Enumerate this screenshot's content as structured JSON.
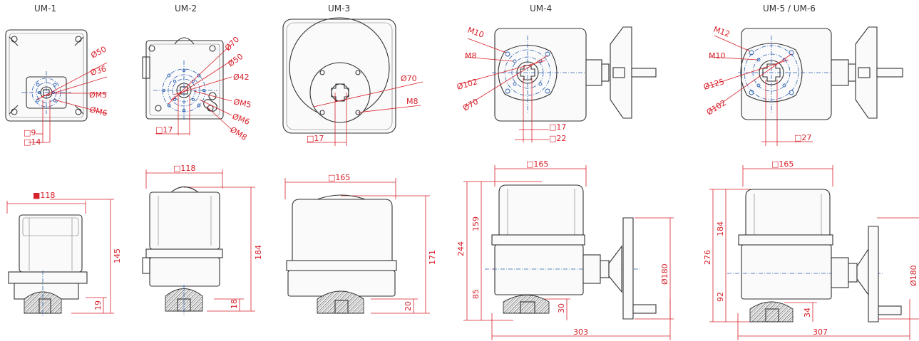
{
  "titles": {
    "um1": "UM-1",
    "um2": "UM-2",
    "um3": "UM-3",
    "um4": "UM-4",
    "um56": "UM-5 / UM-6"
  },
  "um1": {
    "d50": "Ø50",
    "d36": "Ø36",
    "m5": "ØM5",
    "m6": "ØM6",
    "sq9": "□9",
    "sq14": "□14",
    "w118": "■118",
    "h145": "145",
    "h19": "19"
  },
  "um2": {
    "d70": "Ø70",
    "d50": "Ø50",
    "d42": "Ø42",
    "m5": "ØM5",
    "m6": "ØM6",
    "m8": "ØM8",
    "sq17": "□17",
    "w118": "□118",
    "h184": "184",
    "h18": "18"
  },
  "um3": {
    "d70": "Ø70",
    "m8": "M8",
    "sq17": "□17",
    "w165": "□165",
    "h171": "171",
    "h20": "20"
  },
  "um4": {
    "m10": "M10",
    "m8": "M8",
    "d102": "Ø102",
    "d70": "Ø70",
    "sq17": "□17",
    "sq22": "□22",
    "w165": "□165",
    "h244": "244",
    "h159": "159",
    "h85": "85",
    "h30": "30",
    "d180": "Ø180",
    "w303": "303"
  },
  "um56": {
    "m12": "M12",
    "m10": "M10",
    "d125": "Ø125",
    "d102": "Ø102",
    "sq27": "□27",
    "w165": "□165",
    "h276": "276",
    "h184": "184",
    "h92": "92",
    "h34": "34",
    "d180": "Ø180",
    "w307": "307"
  }
}
